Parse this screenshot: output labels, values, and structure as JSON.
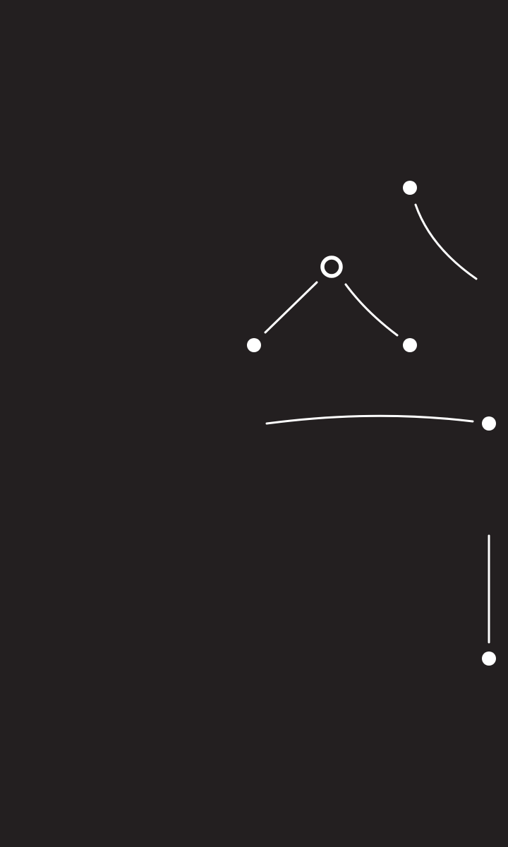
{
  "game": {
    "colors": {
      "background": "#231f20",
      "foreground": "#ffffff"
    },
    "nodes": [
      {
        "id": "n1",
        "style": "filled"
      },
      {
        "id": "n2",
        "style": "ring",
        "state": "selected"
      },
      {
        "id": "n3",
        "style": "filled"
      },
      {
        "id": "n4",
        "style": "filled"
      },
      {
        "id": "n5",
        "style": "filled"
      },
      {
        "id": "n6",
        "style": "filled"
      }
    ],
    "edges": [
      {
        "id": "e1",
        "from": "n1",
        "to": "n1-offscreen"
      },
      {
        "id": "e2",
        "from": "n2",
        "to": "n3"
      },
      {
        "id": "e3",
        "from": "n2",
        "to": "n4"
      },
      {
        "id": "e4",
        "from": "n3",
        "to": "n5"
      },
      {
        "id": "e5",
        "from": "n5",
        "to": "n6"
      }
    ]
  }
}
